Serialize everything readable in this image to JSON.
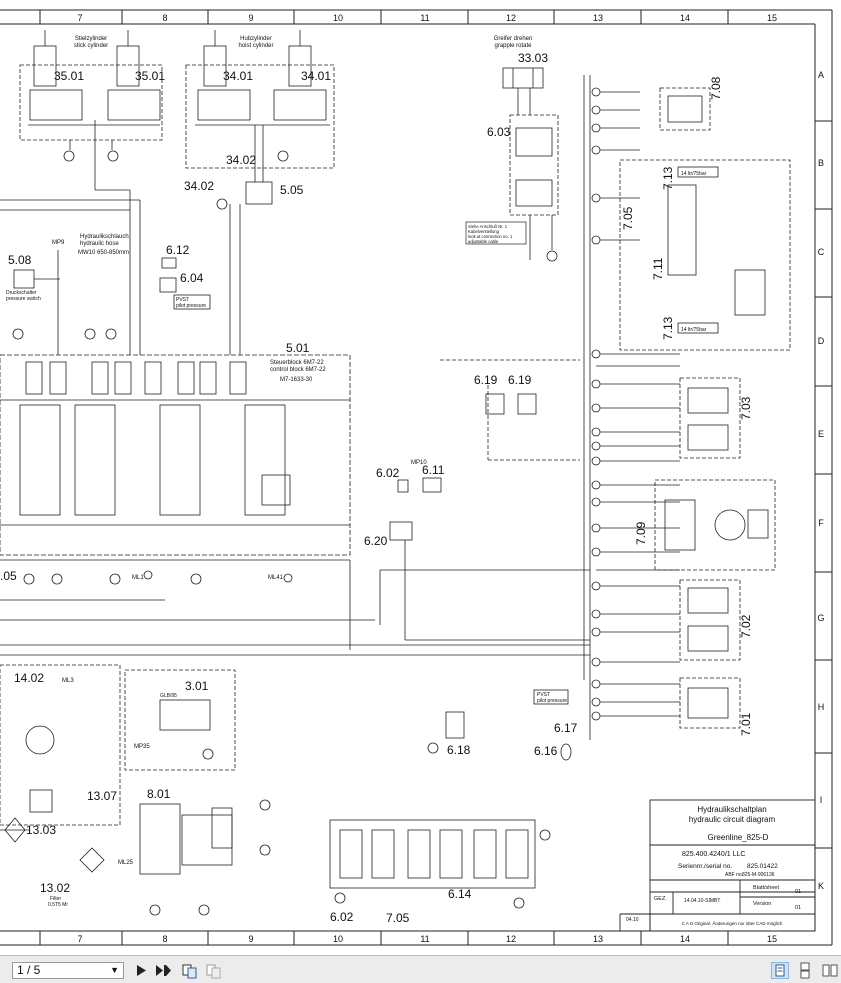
{
  "columns": [
    "7",
    "8",
    "9",
    "10",
    "11",
    "12",
    "13",
    "14",
    "15"
  ],
  "rows": [
    "A",
    "B",
    "C",
    "D",
    "E",
    "F",
    "G",
    "H",
    "I",
    "K"
  ],
  "components": {
    "stick_cyl_de": "Stielzylinder",
    "stick_cyl_en": "stick cylinder",
    "hoist_cyl_de": "Hubzylinder",
    "hoist_cyl_en": "hoist cylinder",
    "grapple_de": "Greifer drehen",
    "grapple_en": "grapple rotate",
    "hose_de": "Hydraulikschlauch",
    "hose_en": "hydraulic hose",
    "hose_spec": "MW10 650-850mm",
    "press_sw_de": "Druckschalter",
    "press_sw_en": "pressure switch",
    "control_de": "Steuerblock 6M7-22",
    "control_en": "control block 6M7-22",
    "control_pn": "M7-1633-30",
    "pvst": "PVST",
    "pilot": "pilot pressure",
    "note1": "Siehe Anschluß Nr. 1",
    "note2": "Kabelverstellung",
    "note3": "look at connection no. 1",
    "note4": "adjustable cable",
    "flow1": "14 ltr/75bar",
    "flow2": "14 ltr/75bar",
    "filter_de": "Filter",
    "filter_val": "0.5T5 Mr",
    "mp10": "MP10",
    "mp35": "MP35",
    "ml1": "ML1",
    "ml41": "ML41",
    "ml3": "ML3",
    "ml25": "ML25",
    "mp9": "MP9",
    "glb": "GLB/95"
  },
  "ids": [
    "35.01",
    "35.01",
    "34.01",
    "34.01",
    "33.03",
    "34.02",
    "34.02",
    "5.05",
    "6.03",
    "6.12",
    "6.04",
    "5.08",
    "5.01",
    "6.19",
    "6.19",
    "6.02",
    "6.11",
    "6.20",
    "7.08",
    "7.13",
    "7.05",
    "7.11",
    "7.13",
    "7.03",
    "7.09",
    "7.02",
    "7.01",
    "14.02",
    "3.01",
    "6.18",
    "6.17",
    "6.16",
    "13.07",
    "13.03",
    "8.01",
    "13.02",
    "6.14",
    "6.02",
    "7.05",
    ".05"
  ],
  "titleblock": {
    "title_de": "Hydraulikschaltplan",
    "title_en": "hydraulic circuit diagram",
    "model": "Greenline_825-D",
    "docno": "825.400.4240/1  LLC",
    "serial_label": "Seriennr./serial no.",
    "serial": "825.01422",
    "abf_label": "ABF no.",
    "abf": "825-M-906136",
    "sheet_label": "Blatt/sheet",
    "sheet": "01",
    "version_label": "Version",
    "version": "01",
    "gez": "GEZ.",
    "gez_val": "14.04.10-SIMBT",
    "date": "04.10",
    "footer": "C A D Original. Änderungen nur über CAD möglich"
  },
  "viewer": {
    "page_label": "1 / 5",
    "icons": [
      "play-icon",
      "play-end-icon",
      "copy-page-icon",
      "copy-page-disabled-icon",
      "single-page-view-icon",
      "continuous-view-icon",
      "two-page-view-icon"
    ]
  }
}
